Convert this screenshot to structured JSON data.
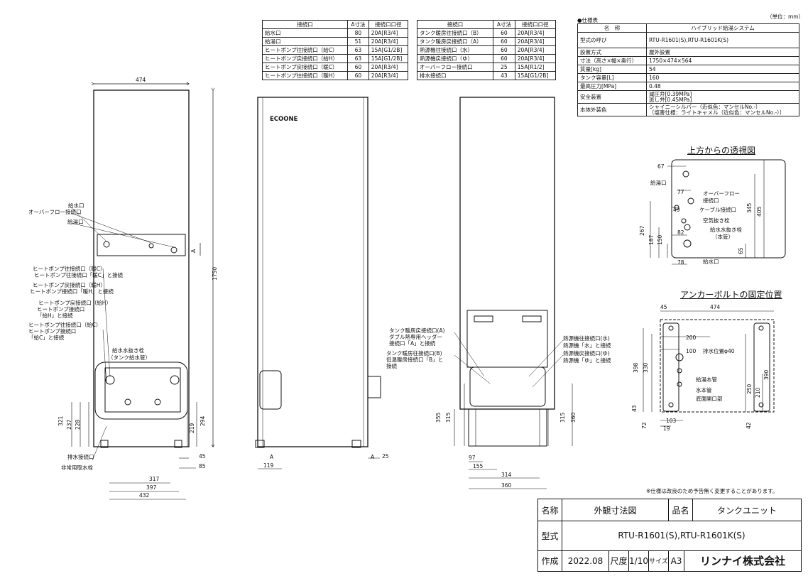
{
  "unit_note": "（単位：mm）",
  "spec_note": "●仕様表",
  "change_note": "※仕様は改良のため予告無く変更することがあります。",
  "conn_table_left": {
    "headers": [
      "接続口",
      "A寸法",
      "接続口口径"
    ],
    "rows": [
      [
        "給水口",
        "80",
        "20A[R3/4]"
      ],
      [
        "給湯口",
        "51",
        "20A[R3/4]"
      ],
      [
        "ヒートポンプ往接続口（給C）",
        "63",
        "15A[G1/2B]"
      ],
      [
        "ヒートポンプ戻接続口（給H）",
        "63",
        "15A[G1/2B]"
      ],
      [
        "ヒートポンプ戻接続口（暖C）",
        "60",
        "20A[R3/4]"
      ],
      [
        "ヒートポンプ往接続口（暖H）",
        "60",
        "20A[R3/4]"
      ]
    ]
  },
  "conn_table_right": {
    "headers": [
      "接続口",
      "A寸法",
      "接続口口径"
    ],
    "rows": [
      [
        "タンク暖房往接続口（B）",
        "60",
        "20A[R3/4]"
      ],
      [
        "タンク暖房戻接続口（A）",
        "60",
        "20A[R3/4]"
      ],
      [
        "熱源機往接続口（水）",
        "60",
        "20A[R3/4]"
      ],
      [
        "熱源機戻接続口（ゆ）",
        "60",
        "20A[R3/4]"
      ],
      [
        "オーバーフロー接続口",
        "25",
        "15A[R1/2]"
      ],
      [
        "排水接続口",
        "43",
        "15A[G1/2B]"
      ]
    ]
  },
  "spec_table": {
    "headers": [
      "名　称",
      "ハイブリッド給湯システム"
    ],
    "rows": [
      [
        "型式の呼び",
        "RTU-R1601(S),RTU-R1601K(S)"
      ],
      [
        "設置方式",
        "屋外設置"
      ],
      [
        "寸法（高さ×幅×奥行）",
        "1750×474×564"
      ],
      [
        "質量[kg]",
        "54"
      ],
      [
        "タンク容量[L]",
        "160"
      ],
      [
        "最高圧力[MPa]",
        "0.48"
      ],
      [
        "安全装置",
        "減圧弁[0.39MPa]\n逃し弁[0.45MPa]"
      ],
      [
        "本体外装色",
        "シャイニーシルバー（近似色：マンセルNo.-）\n〔塩害仕様：ライトキャメル（近似色：マンセルNo.-）〕"
      ]
    ]
  },
  "headings": {
    "top_view": "上方からの透視図",
    "anchor": "アンカーボルトの固定位置"
  },
  "brand_label": "ECOONE",
  "front_labels": {
    "water_in": "給水口",
    "overflow": "オーバーフロー接続口",
    "hot_out": "給湯口",
    "hp_heat_c": "ヒートポンプ往接続口（暖C）",
    "hp_heat_c2": "ヒートポンプ往接続口「暖C」と接続",
    "hp_heat_h": "ヒートポンプ戻接続口（暖H）",
    "hp_heat_h2": "ヒートポンプ接続口「暖H」と接続",
    "hp_sup_h": "ヒートポンプ戻接続口（給H）",
    "hp_sup_h2": "ヒートポンプ接続口",
    "hp_sup_h3": "「給H」と接続",
    "hp_sup_c": "ヒートポンプ往接続口（給C）",
    "hp_sup_c2": "ヒートポンプ接続口",
    "hp_sup_c3": "「給C」と接続",
    "drain_valve": "給水水抜き栓",
    "drain_valve2": "（タンク給水管）",
    "drain_conn": "排水接続口",
    "emergency": "非常用取水栓"
  },
  "back_labels": {
    "tank_ret_a": "タンク暖房戻接続口(A)",
    "double": "ダブル熱専用ヘッダー",
    "conn_a": "接続口「A」と接続",
    "tank_sup_b": "タンク暖房往接続口(B)",
    "low_temp": "低温暖房接続口「B」と",
    "connect": "接続",
    "heat_src_water": "熱源機往接続口(水)",
    "heat_src_water2": "熱源機「水」と接続",
    "heat_src_hot": "熱源機戻接続口(ゆ)",
    "heat_src_hot2": "熱源機「ゆ」と接続"
  },
  "top_labels": {
    "hot_out": "給湯口",
    "overflow": "オーバーフロー",
    "overflow2": "接続口",
    "cable": "ケーブル接続口",
    "air": "空気抜き栓",
    "drain": "給水水抜き栓",
    "drain2": "（本管）",
    "water_in": "給水口"
  },
  "anchor_labels": {
    "drain_pos": "排水位置φ40",
    "hot_main": "給湯本管",
    "water_main": "水本管",
    "bottom_open": "底面開口部"
  },
  "dims": {
    "front_width": "474",
    "front_height": "1750",
    "a": "A",
    "d321": "321",
    "d237": "237",
    "d228": "228",
    "d219": "219",
    "d294": "294",
    "d45": "45",
    "d85": "85",
    "d317": "317",
    "d397": "397",
    "d432": "432",
    "d119": "119",
    "d25": "25",
    "d355": "355",
    "d315": "315",
    "d315b": "315",
    "d360v": "360",
    "d97": "97",
    "d155": "155",
    "d314": "314",
    "d360": "360",
    "t67": "67",
    "t77": "77",
    "t49": "49",
    "t82": "82",
    "t78": "78",
    "t267": "267",
    "t187": "187",
    "t150": "150",
    "t345": "345",
    "t405": "405",
    "t65": "65",
    "a45": "45",
    "a474": "474",
    "a200": "200",
    "a100": "100",
    "a398": "398",
    "a330": "330",
    "a390": "390",
    "a250": "250",
    "a210": "210",
    "a43": "43",
    "a72": "72",
    "a103": "103",
    "a19": "19",
    "a42": "42"
  },
  "title_block": {
    "name_label": "名称",
    "name_value": "外観寸法図",
    "part_label": "品名",
    "part_value": "タンクユニット",
    "model_label": "型式",
    "model_value": "RTU-R1601(S),RTU-R1601K(S)",
    "made_label": "作成",
    "made_value": "2022.08",
    "scale_label": "尺度",
    "scale_value": "1/10",
    "size_label": "サイズ",
    "size_value": "A3",
    "company": "リンナイ株式会社"
  }
}
